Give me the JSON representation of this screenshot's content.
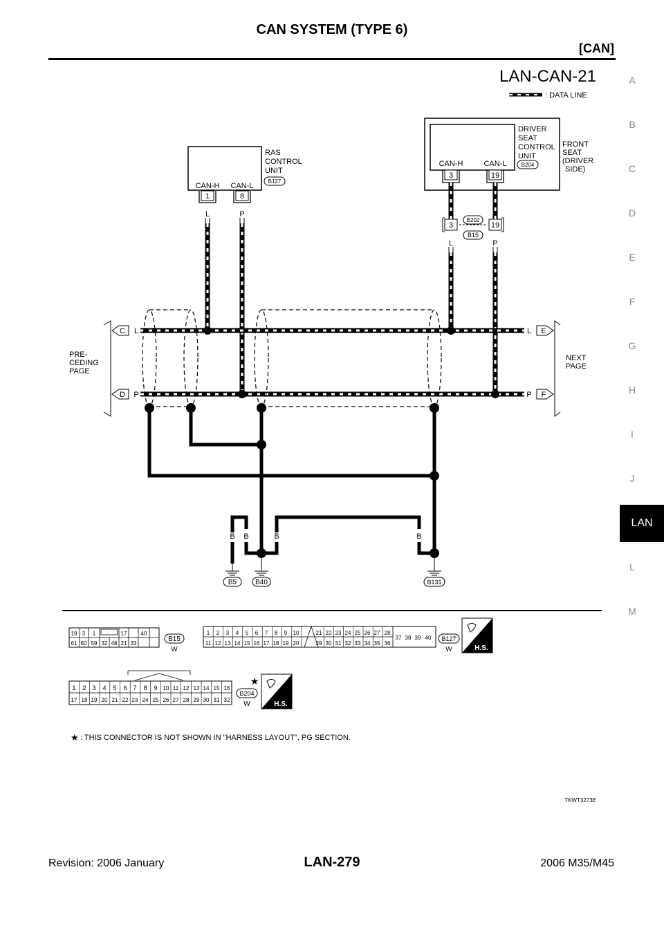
{
  "header": {
    "title": "CAN SYSTEM (TYPE 6)",
    "section": "[CAN]"
  },
  "side_index": [
    "A",
    "B",
    "C",
    "D",
    "E",
    "F",
    "G",
    "H",
    "I",
    "J",
    "LAN",
    "L",
    "M"
  ],
  "diagram": {
    "id": "LAN-CAN-21",
    "legend": ": DATA LINE",
    "ras_unit": [
      "RAS",
      "CONTROL",
      "UNIT"
    ],
    "ras_conn": "B127",
    "ras_pin_h": {
      "name": "CAN-H",
      "pin": "1",
      "color": "L"
    },
    "ras_pin_l": {
      "name": "CAN-L",
      "pin": "8",
      "color": "P"
    },
    "driver_unit": [
      "DRIVER",
      "SEAT",
      "CONTROL",
      "UNIT"
    ],
    "driver_conn": "B204",
    "front_seat": [
      "FRONT",
      "SEAT",
      "(DRIVER",
      "SIDE)"
    ],
    "drv_pin_h": {
      "name": "CAN-H",
      "pin": "3"
    },
    "drv_pin_l": {
      "name": "CAN-L",
      "pin": "19"
    },
    "joint_conn_top": "B202",
    "joint_conn_bottom": "B15",
    "joint_pin_h": {
      "pin": "3",
      "color": "L"
    },
    "joint_pin_l": {
      "pin": "19",
      "color": "P"
    },
    "preceding_page": [
      "PRE-",
      "CEDING",
      "PAGE"
    ],
    "next_page": [
      "NEXT",
      "PAGE"
    ],
    "conn_c": "C",
    "conn_d": "D",
    "conn_e": "E",
    "conn_f": "F",
    "wire_l": "L",
    "wire_p": "P",
    "wire_b": "B",
    "grounds": [
      "B5",
      "B40",
      "B131"
    ],
    "figure_code": "TKWT3273E"
  },
  "connectors": {
    "b15": {
      "id": "B15",
      "color": "W",
      "row1": [
        "19",
        "3",
        "1",
        "",
        "17",
        "40"
      ],
      "row2": [
        "61",
        "60",
        "59",
        "32",
        "48",
        "21",
        "33"
      ]
    },
    "b127": {
      "id": "B127",
      "color": "W",
      "row1a": [
        "1",
        "2",
        "3",
        "4",
        "5",
        "6",
        "7",
        "8",
        "9",
        "10"
      ],
      "row2a": [
        "11",
        "12",
        "13",
        "14",
        "15",
        "16",
        "17",
        "18",
        "19",
        "20"
      ],
      "row1b": [
        "21",
        "22",
        "23",
        "24",
        "25",
        "26",
        "27",
        "28"
      ],
      "row2b": [
        "29",
        "30",
        "31",
        "32",
        "33",
        "34",
        "35",
        "36"
      ],
      "side": [
        "37",
        "38",
        "39",
        "40"
      ]
    },
    "b204": {
      "id": "B204",
      "color": "W",
      "row1": [
        "1",
        "2",
        "3",
        "4",
        "5",
        "6",
        "7",
        "8",
        "9",
        "10",
        "11",
        "12",
        "13",
        "14",
        "15",
        "16"
      ],
      "row2": [
        "17",
        "18",
        "19",
        "20",
        "21",
        "22",
        "23",
        "24",
        "25",
        "26",
        "27",
        "28",
        "29",
        "30",
        "31",
        "32"
      ]
    },
    "hs": "H.S.",
    "star": "★",
    "note": ": THIS CONNECTOR IS NOT SHOWN IN \"HARNESS LAYOUT\", PG SECTION."
  },
  "footer": {
    "revision": "Revision: 2006 January",
    "page": "LAN-279",
    "model": "2006 M35/M45"
  }
}
